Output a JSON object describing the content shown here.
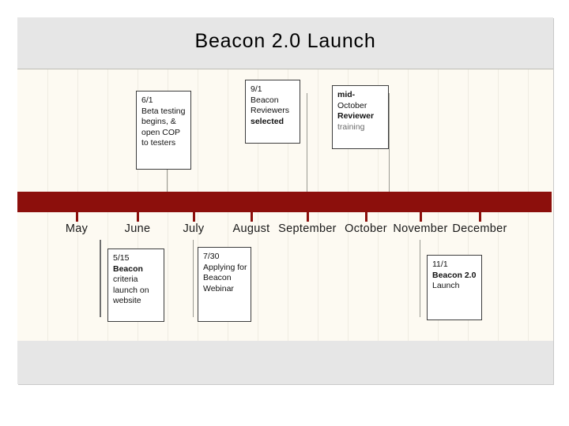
{
  "slide": {
    "title": "Beacon 2.0 Launch",
    "accent_color": "#8c0f0c",
    "canvas_color": "#fdfaf2",
    "panel_color": "#e6e6e6"
  },
  "timeline": {
    "months": [
      {
        "label": "May"
      },
      {
        "label": "June"
      },
      {
        "label": "July"
      },
      {
        "label": "August"
      },
      {
        "label": "September"
      },
      {
        "label": "October"
      },
      {
        "label": "November"
      },
      {
        "label": "December"
      }
    ]
  },
  "callouts": {
    "above": [
      {
        "name": "beta-testing",
        "date": "6/1",
        "lines": [
          "Beta testing",
          "begins, &",
          "open COP",
          "to testers"
        ]
      },
      {
        "name": "reviewers-selected",
        "date": "9/1",
        "lines": [
          "Beacon",
          "Reviewers",
          "selected"
        ]
      },
      {
        "name": "reviewer-training",
        "date": "mid-",
        "lines": [
          "October",
          "Reviewer",
          "training"
        ]
      }
    ],
    "below": [
      {
        "name": "criteria-launch",
        "date": "5/15",
        "lines": [
          "Beacon",
          "criteria",
          "launch on",
          "website"
        ]
      },
      {
        "name": "applying-webinar",
        "date": "7/30",
        "lines": [
          "Applying for",
          "Beacon",
          "Webinar"
        ]
      },
      {
        "name": "beacon-launch",
        "date": "11/1",
        "lines": [
          "Beacon 2.0",
          "Launch"
        ]
      }
    ]
  }
}
